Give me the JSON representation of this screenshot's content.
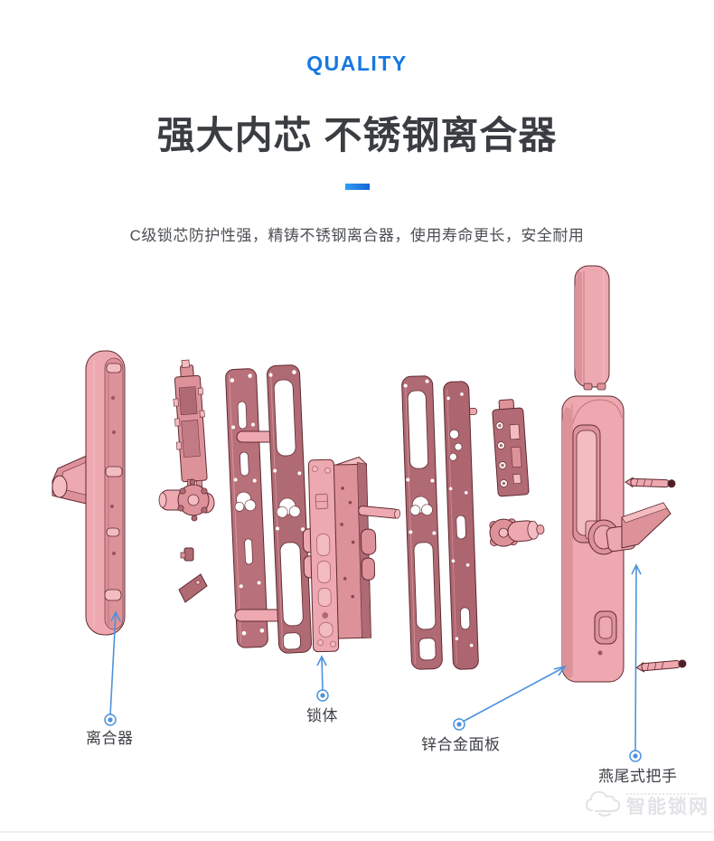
{
  "header": {
    "eyebrow": "QUALITY",
    "title": "强大内芯 不锈钢离合器",
    "subtitle": "C级锁芯防护性强，精铸不锈钢离合器，使用寿命更长，安全耐用",
    "accent_color": "#1778e0",
    "title_color": "#3a3d41",
    "subtitle_color": "#4c4f54"
  },
  "diagram": {
    "type": "exploded-view-smart-door-lock",
    "leader_color": "#4b93dc",
    "part_colors": {
      "pink_highlight": "#f3bcc0",
      "pink_light": "#eda9af",
      "pink_mid": "#dd929a",
      "rose_dark": "#b06a74",
      "outline": "#5f2930"
    },
    "labels": [
      {
        "id": "clutch",
        "text": "离合器"
      },
      {
        "id": "lock-body",
        "text": "锁体"
      },
      {
        "id": "zinc-panel",
        "text": "锌合金面板"
      },
      {
        "id": "handle",
        "text": "燕尾式把手"
      }
    ]
  },
  "watermark": {
    "text": "智能锁网"
  }
}
